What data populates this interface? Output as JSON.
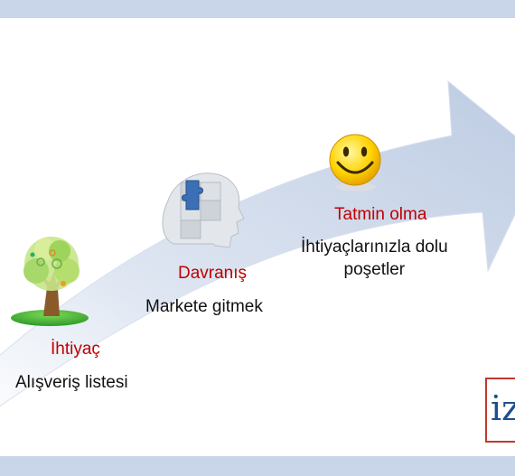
{
  "steps": [
    {
      "title": "İhtiyaç",
      "desc": "Alışveriş listesi",
      "icon": "tree-icon"
    },
    {
      "title": "Davranış",
      "desc": "Markete gitmek",
      "icon": "puzzle-head-icon"
    },
    {
      "title": "Tatmin olma",
      "desc": "İhtiyaçlarınızla dolu\npoşetler",
      "icon": "smiley-icon"
    }
  ],
  "logo": {
    "text": "iz"
  },
  "colors": {
    "band": "#c9d6ea",
    "arrow": "#c8d4e8",
    "title": "#c00000",
    "logo_border": "#c0392b",
    "logo_text": "#1f4e8c"
  }
}
